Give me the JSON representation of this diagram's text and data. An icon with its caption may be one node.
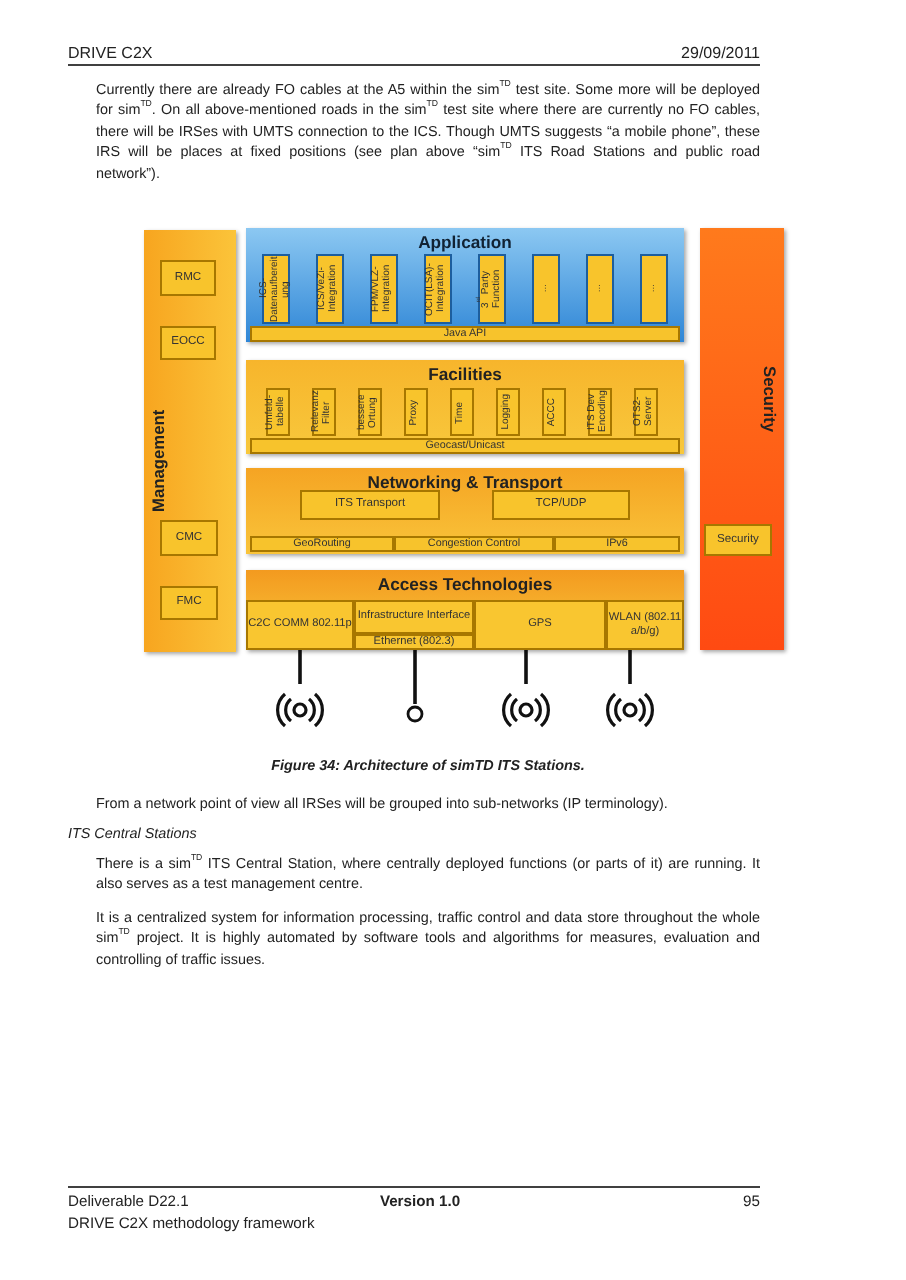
{
  "diagram": {
    "caption": "Figure 34: Architecture of simTD ITS Stations.",
    "nodes": [
      {
        "text": [
          "Management"
        ]
      },
      {
        "text": [
          "RMC"
        ],
        "in": 0
      },
      {
        "text": [
          "EOCC"
        ],
        "in": 0
      },
      {
        "text": [
          "CMC"
        ],
        "in": 0
      },
      {
        "text": [
          "FMC"
        ],
        "in": 0
      },
      {
        "text": [
          "Application"
        ]
      },
      {
        "text": [
          "ICS-Datenaufbereitung"
        ],
        "in": 5
      },
      {
        "text": [
          "ICS/VeZi-Integration"
        ],
        "in": 5
      },
      {
        "text": [
          "FPM/VLZ-Integration"
        ],
        "in": 5
      },
      {
        "text": [
          "OCIT(LSA)-Integration"
        ],
        "in": 5
      },
      {
        "text": [
          "3$^{rd}$ Party Function"
        ],
        "in": 5
      },
      {
        "text": [
          "..."
        ],
        "in": 5
      },
      {
        "text": [
          "..."
        ],
        "in": 5
      },
      {
        "text": [
          "..."
        ],
        "in": 5
      },
      {
        "text": [
          "Java API"
        ],
        "in": 5
      },
      {
        "text": [
          "Facilities"
        ]
      },
      {
        "text": [
          "Umfeld-tabelle"
        ],
        "in": 15
      },
      {
        "text": [
          "Relevanz Filter"
        ],
        "in": 15
      },
      {
        "text": [
          "bessere Ortung"
        ],
        "in": 15
      },
      {
        "text": [
          "Proxy"
        ],
        "in": 15
      },
      {
        "text": [
          "Time"
        ],
        "in": 15
      },
      {
        "text": [
          "Logging"
        ],
        "in": 15
      },
      {
        "text": [
          "ACCC"
        ],
        "in": 15
      },
      {
        "text": [
          "ITS Dev Encoding"
        ],
        "in": 15
      },
      {
        "text": [
          "OTS2-Server"
        ],
        "in": 15
      },
      {
        "text": [
          "Geocast/Unicast"
        ],
        "in": 15
      },
      {
        "text": [
          "Networking & Transport"
        ]
      },
      {
        "text": [
          "ITS Transport"
        ],
        "in": 26
      },
      {
        "text": [
          "TCP/UDP"
        ],
        "in": 26
      },
      {
        "text": [
          "GeoRouting"
        ],
        "in": 26
      },
      {
        "text": [
          "Congestion Control"
        ],
        "in": 26
      },
      {
        "text": [
          "IPv6"
        ],
        "in": 26
      },
      {
        "text": [
          "Access Technologies"
        ]
      },
      {
        "text": [
          "C2C COMM 802.11p"
        ],
        "in": 32
      },
      {
        "text": [
          "Infrastructure Interface"
        ],
        "in": 32
      },
      {
        "text": [
          "Ethernet (802.3)"
        ],
        "in": 32
      },
      {
        "text": [
          "GPS"
        ],
        "in": 32
      },
      {
        "text": [
          "WLAN (802.11 a/b/g)"
        ],
        "in": 32
      },
      {
        "text": [
          "Security"
        ]
      },
      {
        "text": [
          "Security"
        ],
        "in": 38
      },
      {
        "text": [],
        "shape": "antenna"
      },
      {
        "text": [],
        "shape": "circle"
      },
      {
        "text": [],
        "shape": "antenna"
      },
      {
        "text": [],
        "shape": "antenna"
      }
    ],
    "edges": [
      {
        "from": 33,
        "to": 40,
        "arrow": "none"
      },
      {
        "from": 35,
        "to": 41,
        "arrow": "none"
      },
      {
        "from": 36,
        "to": 42,
        "arrow": "none"
      },
      {
        "from": 37,
        "to": 43,
        "arrow": "none"
      }
    ],
    "labels": [
      "DRIVE C2X",
      "29/09/2011",
      "Currently there are already FO cables at the A5 within the sim$^{TD}$ test site. Some more will be deployed for sim$^{TD}$. On all above-mentioned roads in the sim$^{TD}$ test site where there are currently no FO cables, there will be IRSes with UMTS connection to the ICS. Though UMTS suggests “a mobile phone”, these IRS will be places at fixed positions (see plan above “sim$^{TD}$ ITS Road Stations and public road network”).",
      "From a network point of view all IRSes will be grouped into sub-networks (IP terminology).",
      "ITS Central Stations",
      "There is a sim$^{TD}$ ITS Central Station, where centrally deployed functions (or parts of it) are running. It also serves as a test management centre.",
      "It is a centralized system for information processing, traffic control and data store throughout the whole sim$^{TD}$ project. It is highly automated by software tools and algorithms for measures, evaluation and controlling of traffic issues.",
      "Deliverable D22.1",
      "Version 1.0",
      "95",
      "DRIVE C2X methodology framework"
    ]
  }
}
